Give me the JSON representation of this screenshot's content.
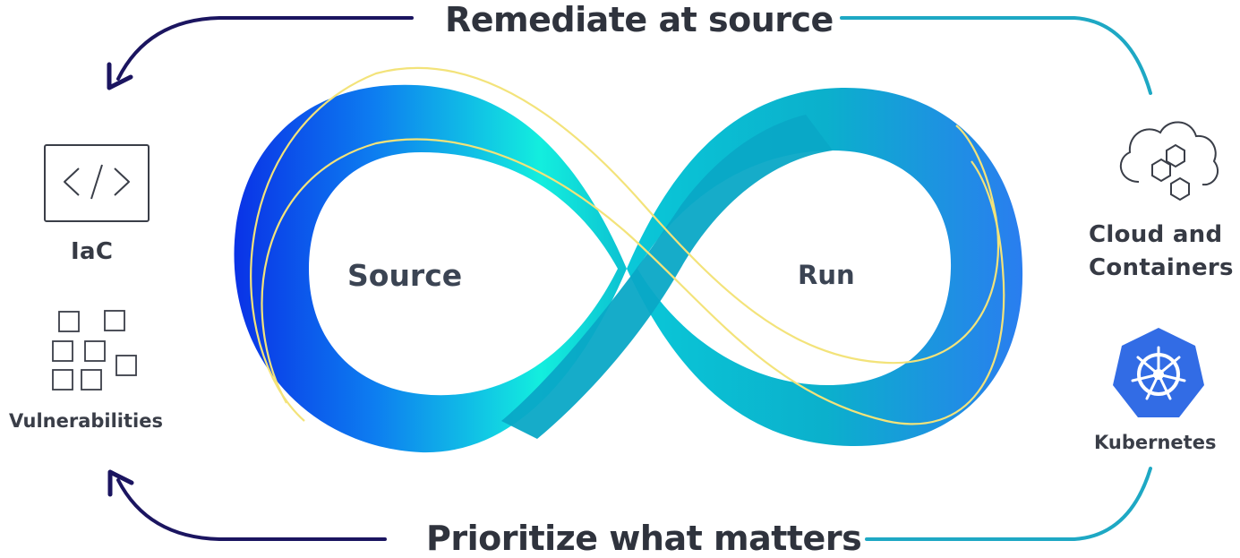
{
  "banners": {
    "top": "Remediate at source",
    "bottom": "Prioritize what matters"
  },
  "loop": {
    "left_label": "Source",
    "right_label": "Run"
  },
  "left_items": [
    {
      "label": "IaC",
      "icon": "code-icon"
    },
    {
      "label": "Vulnerabilities",
      "icon": "vulnerability-grid-icon"
    }
  ],
  "right_items": [
    {
      "label_line1": "Cloud and",
      "label_line2": "Containers",
      "icon": "cloud-hexagons-icon"
    },
    {
      "label": "Kubernetes",
      "icon": "kubernetes-icon"
    }
  ],
  "colors": {
    "arrow_dark": "#1b1560",
    "arrow_teal": "#1ea8c4",
    "loop_blue": "#0b33e8",
    "loop_cyan": "#13f0e2",
    "loop_teal": "#08a4c4",
    "accent_line": "#f3e37a",
    "kubernetes_blue": "#326ce5"
  }
}
